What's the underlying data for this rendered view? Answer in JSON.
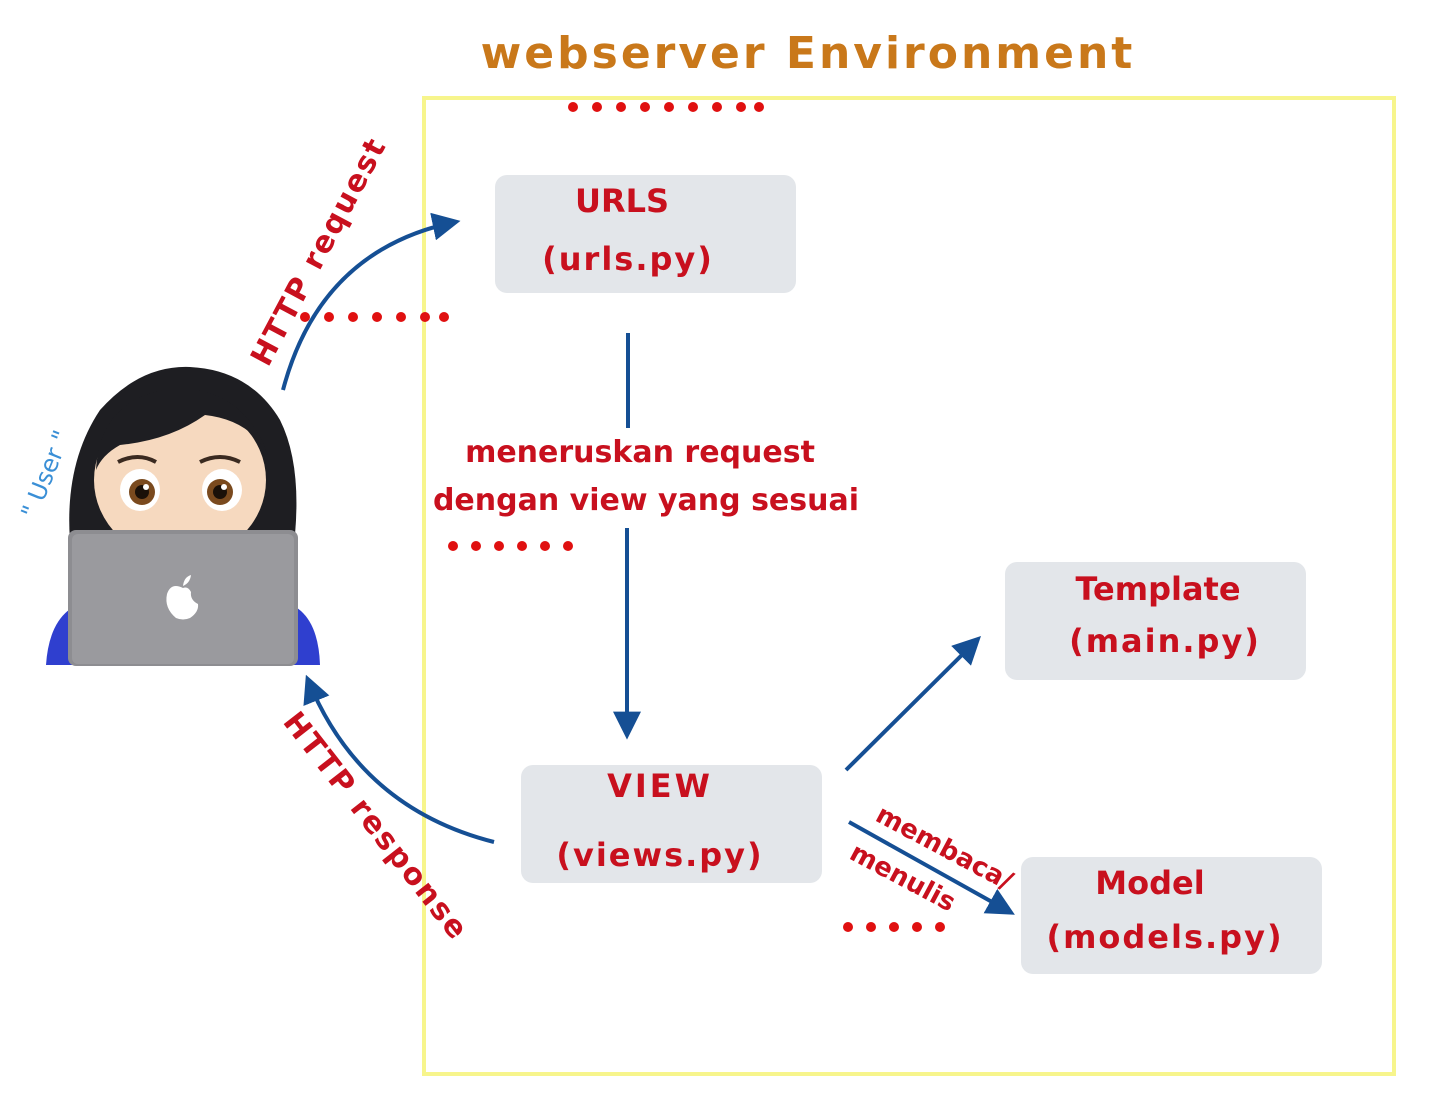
{
  "title": "webserver Environment",
  "user_label": "\" User \"",
  "nodes": {
    "urls": {
      "name": "URLS",
      "file": "(urls.py)"
    },
    "view": {
      "name": "VIEW",
      "file": "(views.py)"
    },
    "template": {
      "name": "Template",
      "file": "(main.py)"
    },
    "model": {
      "name": "Model",
      "file": "(models.py)"
    }
  },
  "edges": {
    "http_request": "HTTP request",
    "http_response": "HTTP response",
    "forward_line1": "meneruskan request",
    "forward_line2": "dengan view yang sesuai",
    "rw_line1": "membaca/",
    "rw_line2": "menulis"
  },
  "colors": {
    "frame": "#f7f58c",
    "box": "#e3e6ea",
    "arrow": "#154f94",
    "label": "#c8101e",
    "title": "#c9781a",
    "dots": "#e01010",
    "user_label": "#3a8fd6"
  },
  "icons": {
    "user": "woman-with-laptop-icon"
  }
}
